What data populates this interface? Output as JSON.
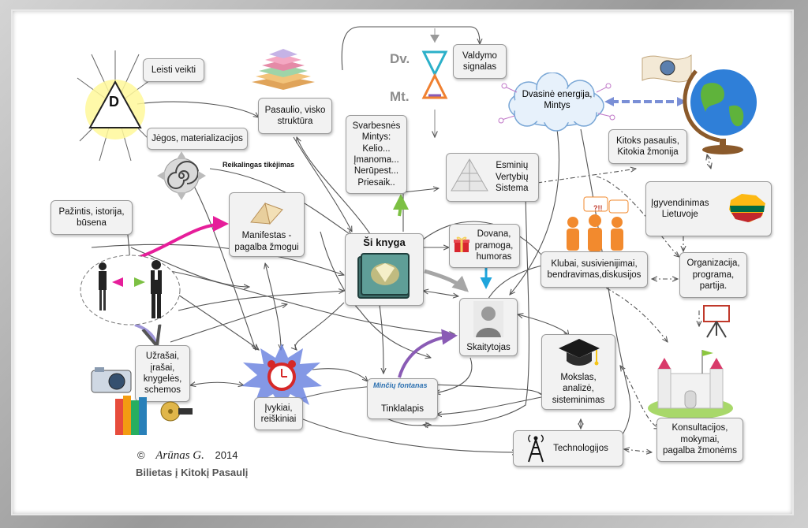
{
  "nodes": {
    "leisti_veikti": "Leisti veikti",
    "pasaulio_struktura": "Pasaulio, visko\nstruktūra",
    "jegos": "Jėgos, materializacijos",
    "reikalingas": "Reikalingas tikėjimas",
    "svarbesnes": "Svarbesnės\nMintys:\nKelio...\nĮmanoma...\nNerūpest...\nPriesaik..",
    "valdymo": "Valdymo\nsignalas",
    "dvasine": "Dvasinė energija,\nMintys",
    "kitoks": "Kitoks pasaulis,\nKitokia žmonija",
    "esminiu": "Esminių\nVertybių\nSistema",
    "igyvendinimas": "Įgyvendinimas\nLietuvoje",
    "pazintis": "Pažintis, istorija,\nbūsena",
    "manifestas": "Manifestas -\npagalba žmogui",
    "si_knyga": "Ši knyga",
    "dovana": "Dovana,\npramoga,\nhumoras",
    "klubai": "Klubai, susivienijimai,\nbendravimas,diskusijos",
    "organizacija": "Organizacija,\nprograma,\npartija.",
    "skaitytojas": "Skaitytojas",
    "uzrasai": "Užrašai,\nįrašai,\nknygelės,\nschemos",
    "ivykiai": "Įvykiai,\nreiškiniai",
    "tinklalapis": "Tinklalapis",
    "mokslas": "Mokslas,\nanalizė,\nsisteminimas",
    "technologijos": "Technologijos",
    "konsultacijos": "Konsultacijos,\nmokymai,\npagalba žmonėms"
  },
  "icons": {
    "triangle_letter": "D",
    "dv": "Dv.",
    "mt": "Mt.",
    "site_logo": "Minčių fontanas",
    "alert_marks": "?!!"
  },
  "footer": {
    "copyright_symbol": "©",
    "author": "Arūnas G.",
    "year": "2014",
    "subtitle": "Bilietas į Kitokį Pasaulį"
  },
  "colors": {
    "link": "#555555",
    "magenta": "#e61e9a",
    "green": "#7cc043",
    "purple": "#8a5bb5",
    "cyan": "#1fa5dc",
    "gray_arrow": "#a6a6a6",
    "lavender": "#9f96d8"
  }
}
